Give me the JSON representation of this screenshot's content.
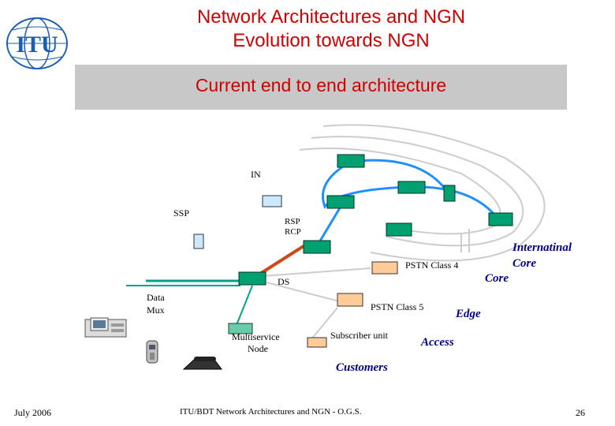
{
  "header": {
    "logo_text": "ITU",
    "title_line1": "Network Architectures and NGN",
    "title_line2": "Evolution towards NGN",
    "subtitle": "Current end to end architecture"
  },
  "diagram": {
    "labels": {
      "in": "IN",
      "ssp": "SSP",
      "rsp_rcp": "RSP\nRCP",
      "rsp": "RSP",
      "rcp": "RCP",
      "pstn4": "PSTN Class 4",
      "ds": "DS",
      "data_mux_1": "Data",
      "data_mux_2": "Mux",
      "pstn5": "PSTN Class 5",
      "multiservice_1": "Multiservice",
      "multiservice_2": "Node",
      "subscriber": "Subscriber unit",
      "international_1": "Internatinal",
      "international_2": "Core",
      "core": "Core",
      "edge": "Edge",
      "access": "Access",
      "customers": "Customers"
    },
    "colors": {
      "node_green": "#00a070",
      "node_light_blue": "#cce8ff",
      "node_peach": "#ffcc99",
      "node_teal": "#66ccaa",
      "ring_light": "#cccccc",
      "ring_blue": "#1e90ff",
      "link_orange": "#cc4a1a",
      "link_teal": "#00a08c",
      "title_red": "#cc0000",
      "layer_navy": "#000080"
    }
  },
  "footer": {
    "date": "July 2006",
    "center": "ITU/BDT Network Architectures and NGN - O.G.S.",
    "page": "26"
  }
}
